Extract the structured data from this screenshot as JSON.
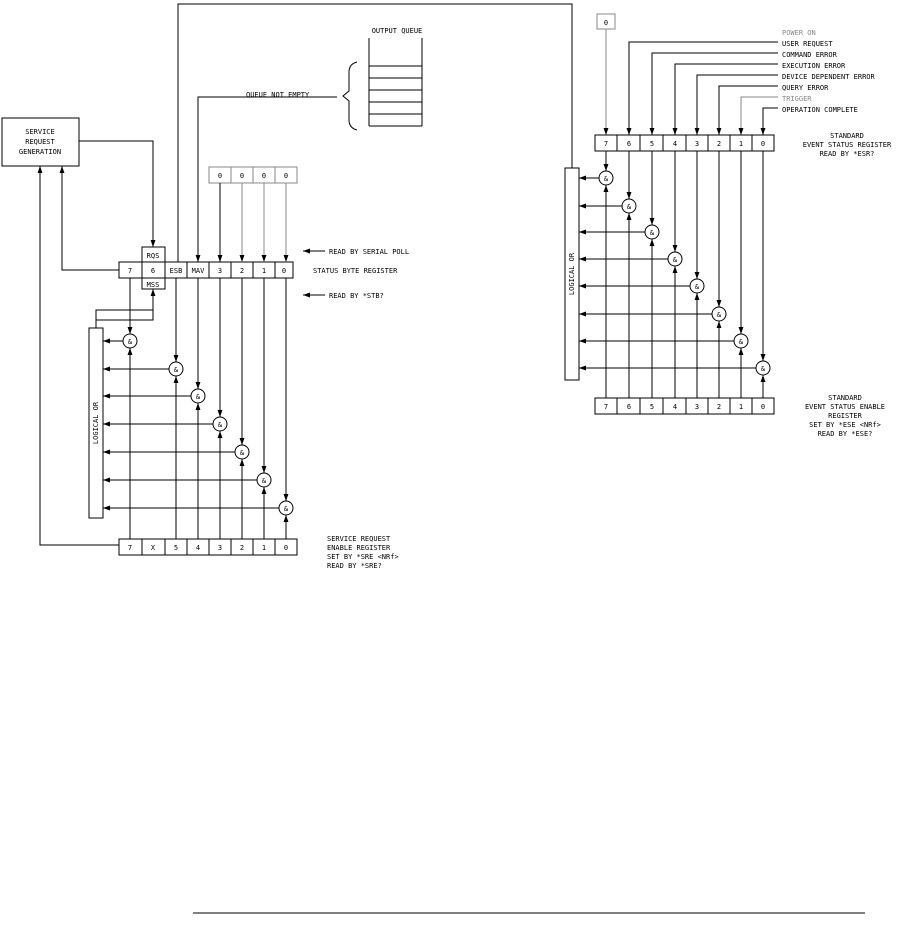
{
  "service_request_generation": [
    "SERVICE",
    "REQUEST",
    "GENERATION"
  ],
  "output_queue": {
    "title": "OUTPUT QUEUE",
    "queue_not_empty": "QUEUE NOT EMPTY"
  },
  "status_byte": {
    "top_fixed_bits": [
      "0",
      "0",
      "0",
      "0"
    ],
    "bits": [
      "7",
      "ESB",
      "MAV",
      "3",
      "2",
      "1",
      "0"
    ],
    "bit6": {
      "rqs": "RQS",
      "num": "6",
      "mss": "MSS"
    },
    "label": "STATUS BYTE REGISTER",
    "read_serial_poll": "READ BY SERIAL POLL",
    "read_stb": "READ BY *STB?"
  },
  "sre": {
    "bits": [
      "7",
      "X",
      "5",
      "4",
      "3",
      "2",
      "1",
      "0"
    ],
    "label": [
      "SERVICE REQUEST",
      "ENABLE REGISTER",
      "SET BY *SRE <NRf>",
      "READ BY *SRE?"
    ]
  },
  "logical_or": "LOGICAL OR",
  "and_symbol": "&",
  "esr": {
    "fixed_bit": "0",
    "events": [
      "POWER ON",
      "USER REQUEST",
      "COMMAND ERROR",
      "EXECUTION ERROR",
      "DEVICE DEPENDENT ERROR",
      "QUERY ERROR",
      "TRIGGER",
      "OPERATION COMPLETE"
    ],
    "bits": [
      "7",
      "6",
      "5",
      "4",
      "3",
      "2",
      "1",
      "0"
    ],
    "label": [
      "STANDARD",
      "EVENT STATUS REGISTER",
      "READ BY *ESR?"
    ]
  },
  "ese": {
    "bits": [
      "7",
      "6",
      "5",
      "4",
      "3",
      "2",
      "1",
      "0"
    ],
    "label": [
      "STANDARD",
      "EVENT STATUS ENABLE",
      "REGISTER",
      "SET BY *ESE <NRf>",
      "READ BY *ESE?"
    ]
  },
  "colors": {
    "line": "#000000",
    "grey_line": "#888888",
    "background": "#ffffff"
  }
}
